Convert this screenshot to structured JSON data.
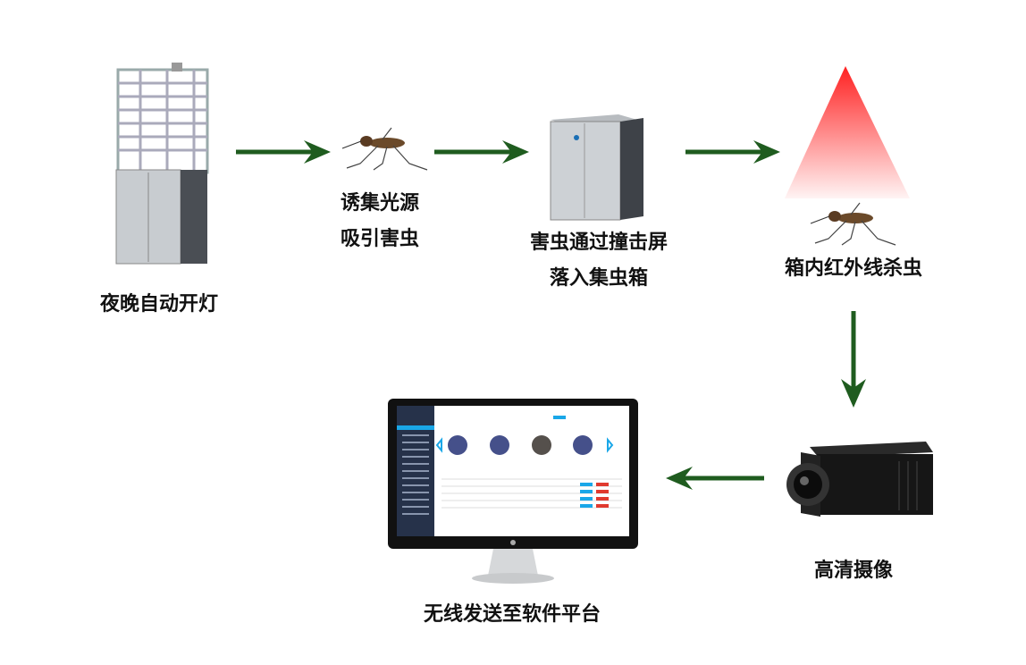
{
  "steps": [
    {
      "label": "夜晚自动开灯"
    },
    {
      "label_line1": "诱集光源",
      "label_line2": "吸引害虫"
    },
    {
      "label_line1": "害虫通过撞击屏",
      "label_line2": "落入集虫箱"
    },
    {
      "label": "箱内红外线杀虫"
    },
    {
      "label": "高清摄像"
    },
    {
      "label": "无线发送至软件平台"
    }
  ],
  "colors": {
    "arrow": "#1f5c1f",
    "infrared": "#ff3b3b",
    "screen_sidebar": "#26324a",
    "screen_accent": "#1aa7e8"
  }
}
